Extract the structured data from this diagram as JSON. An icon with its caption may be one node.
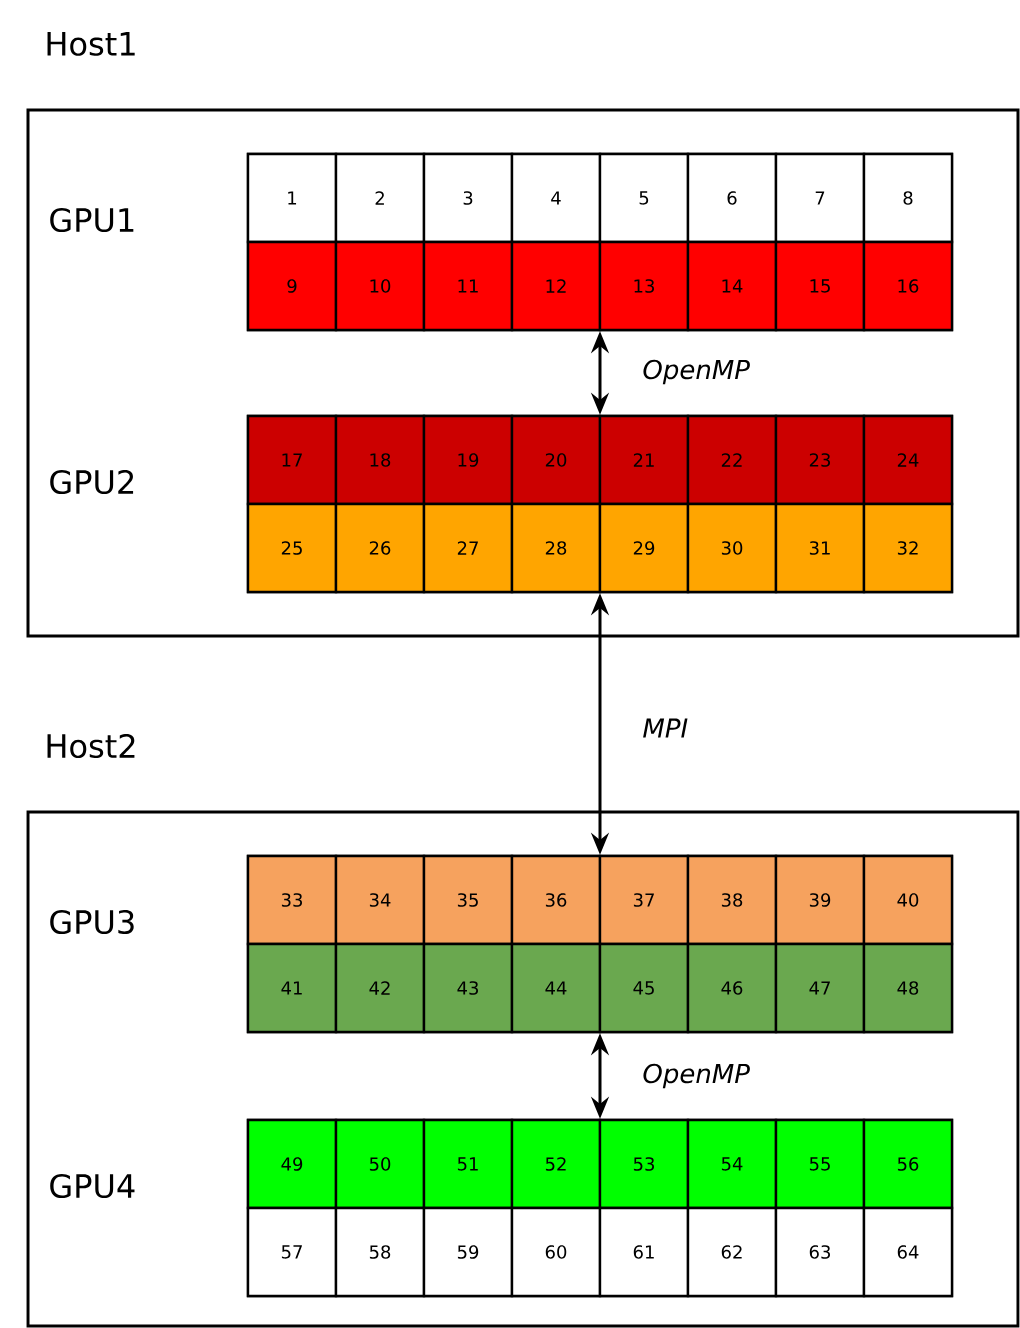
{
  "diagram": {
    "nodes": [
      {
        "text": [
          "Host1"
        ]
      },
      {
        "text": [
          "GPU1"
        ],
        "in": 0
      },
      {
        "text": [
          "1"
        ],
        "in": 1
      },
      {
        "text": [
          "2"
        ],
        "in": 1
      },
      {
        "text": [
          "3"
        ],
        "in": 1
      },
      {
        "text": [
          "4"
        ],
        "in": 1
      },
      {
        "text": [
          "5"
        ],
        "in": 1
      },
      {
        "text": [
          "6"
        ],
        "in": 1
      },
      {
        "text": [
          "7"
        ],
        "in": 1
      },
      {
        "text": [
          "8"
        ],
        "in": 1
      },
      {
        "text": [
          "9"
        ],
        "in": 1
      },
      {
        "text": [
          "10"
        ],
        "in": 1
      },
      {
        "text": [
          "11"
        ],
        "in": 1
      },
      {
        "text": [
          "12"
        ],
        "in": 1
      },
      {
        "text": [
          "13"
        ],
        "in": 1
      },
      {
        "text": [
          "14"
        ],
        "in": 1
      },
      {
        "text": [
          "15"
        ],
        "in": 1
      },
      {
        "text": [
          "16"
        ],
        "in": 1
      },
      {
        "text": [
          "GPU2"
        ],
        "in": 0
      },
      {
        "text": [
          "17"
        ],
        "in": 18
      },
      {
        "text": [
          "18"
        ],
        "in": 18
      },
      {
        "text": [
          "19"
        ],
        "in": 18
      },
      {
        "text": [
          "20"
        ],
        "in": 18
      },
      {
        "text": [
          "21"
        ],
        "in": 18
      },
      {
        "text": [
          "22"
        ],
        "in": 18
      },
      {
        "text": [
          "23"
        ],
        "in": 18
      },
      {
        "text": [
          "24"
        ],
        "in": 18
      },
      {
        "text": [
          "25"
        ],
        "in": 18
      },
      {
        "text": [
          "26"
        ],
        "in": 18
      },
      {
        "text": [
          "27"
        ],
        "in": 18
      },
      {
        "text": [
          "28"
        ],
        "in": 18
      },
      {
        "text": [
          "29"
        ],
        "in": 18
      },
      {
        "text": [
          "30"
        ],
        "in": 18
      },
      {
        "text": [
          "31"
        ],
        "in": 18
      },
      {
        "text": [
          "32"
        ],
        "in": 18
      },
      {
        "text": [
          "Host2"
        ]
      },
      {
        "text": [
          "GPU3"
        ],
        "in": 35
      },
      {
        "text": [
          "33"
        ],
        "in": 36
      },
      {
        "text": [
          "34"
        ],
        "in": 36
      },
      {
        "text": [
          "35"
        ],
        "in": 36
      },
      {
        "text": [
          "36"
        ],
        "in": 36
      },
      {
        "text": [
          "37"
        ],
        "in": 36
      },
      {
        "text": [
          "38"
        ],
        "in": 36
      },
      {
        "text": [
          "39"
        ],
        "in": 36
      },
      {
        "text": [
          "40"
        ],
        "in": 36
      },
      {
        "text": [
          "41"
        ],
        "in": 36
      },
      {
        "text": [
          "42"
        ],
        "in": 36
      },
      {
        "text": [
          "43"
        ],
        "in": 36
      },
      {
        "text": [
          "44"
        ],
        "in": 36
      },
      {
        "text": [
          "45"
        ],
        "in": 36
      },
      {
        "text": [
          "46"
        ],
        "in": 36
      },
      {
        "text": [
          "47"
        ],
        "in": 36
      },
      {
        "text": [
          "48"
        ],
        "in": 36
      },
      {
        "text": [
          "GPU4"
        ],
        "in": 35
      },
      {
        "text": [
          "49"
        ],
        "in": 53
      },
      {
        "text": [
          "50"
        ],
        "in": 53
      },
      {
        "text": [
          "51"
        ],
        "in": 53
      },
      {
        "text": [
          "52"
        ],
        "in": 53
      },
      {
        "text": [
          "53"
        ],
        "in": 53
      },
      {
        "text": [
          "54"
        ],
        "in": 53
      },
      {
        "text": [
          "55"
        ],
        "in": 53
      },
      {
        "text": [
          "56"
        ],
        "in": 53
      },
      {
        "text": [
          "57"
        ],
        "in": 53
      },
      {
        "text": [
          "58"
        ],
        "in": 53
      },
      {
        "text": [
          "59"
        ],
        "in": 53
      },
      {
        "text": [
          "60"
        ],
        "in": 53
      },
      {
        "text": [
          "61"
        ],
        "in": 53
      },
      {
        "text": [
          "62"
        ],
        "in": 53
      },
      {
        "text": [
          "63"
        ],
        "in": 53
      },
      {
        "text": [
          "64"
        ],
        "in": 53
      }
    ],
    "edges": [
      {
        "from": 1,
        "to": 18,
        "arrow": "both",
        "label": "OpenMP"
      },
      {
        "from": 18,
        "to": 36,
        "arrow": "both",
        "label": "MPI"
      },
      {
        "from": 36,
        "to": 53,
        "arrow": "both",
        "label": "OpenMP"
      }
    ]
  }
}
